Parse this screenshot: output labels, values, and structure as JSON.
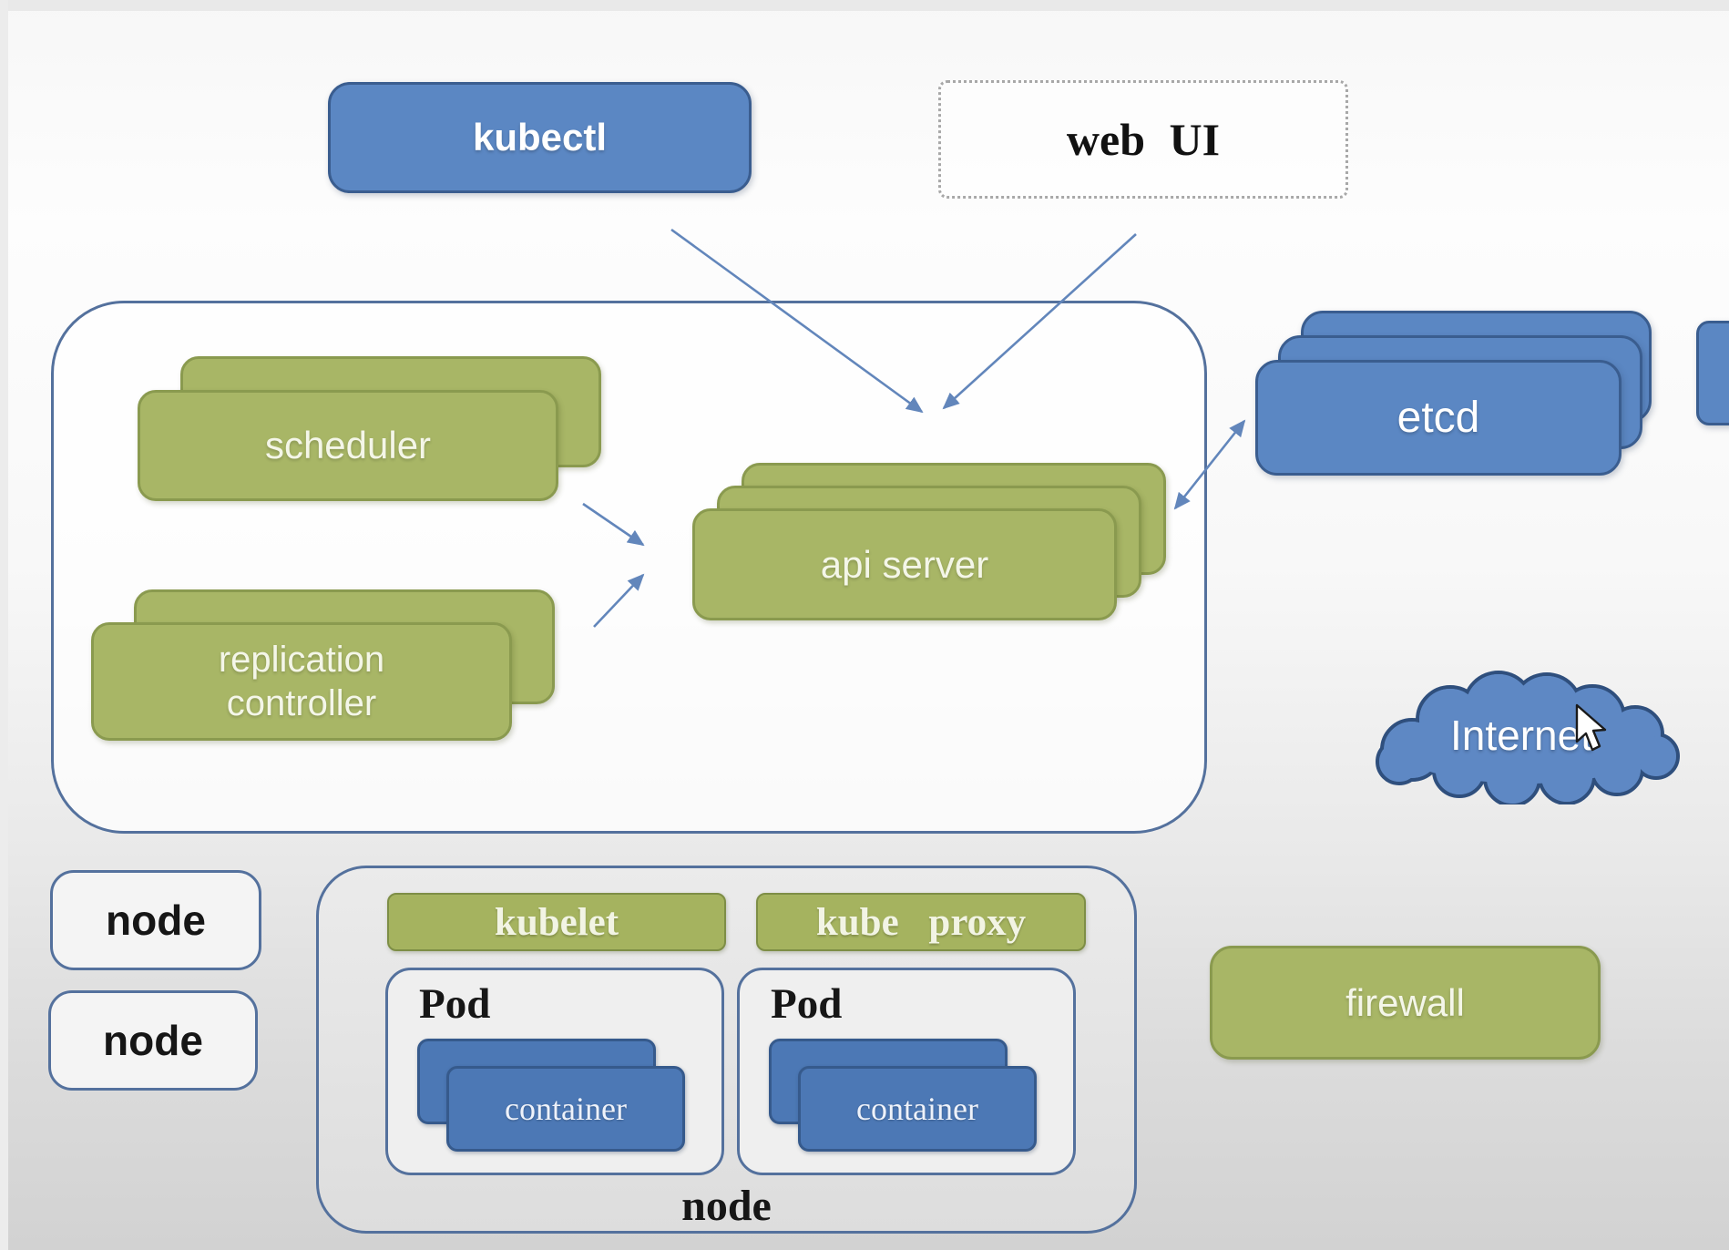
{
  "labels": {
    "kubectl": "kubectl",
    "web_ui": "web UI",
    "scheduler": "scheduler",
    "replication": "replication",
    "controller": "controller",
    "api_server": "api server",
    "etcd": "etcd",
    "internet": "Internet",
    "node_small_1": "node",
    "node_small_2": "node",
    "kubelet": "kubelet",
    "kube_proxy": "kube proxy",
    "pod_1": "Pod",
    "pod_2": "Pod",
    "container_1": "container",
    "container_2": "container",
    "node_main": "node",
    "firewall": "firewall"
  },
  "colors": {
    "blue_fill": "#5b87c3",
    "blue_border": "#3a5d8f",
    "container_fill": "#4c78b5",
    "green_fill": "#a8b666",
    "green_border": "#8a9a4f",
    "outline_blue": "#54719d",
    "arrow_blue": "#6286bb",
    "cloud_fill": "#5e88c4",
    "cloud_border": "#2f4f7d"
  }
}
